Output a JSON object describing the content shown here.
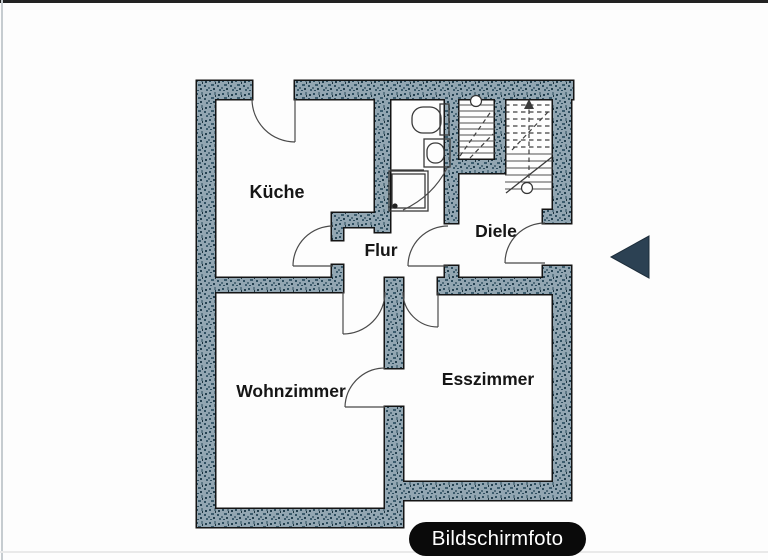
{
  "floorplan": {
    "rooms": [
      {
        "name": "kueche",
        "label": "Küche"
      },
      {
        "name": "flur",
        "label": "Flur"
      },
      {
        "name": "diele",
        "label": "Diele"
      },
      {
        "name": "wohnzimmer",
        "label": "Wohnzimmer"
      },
      {
        "name": "esszimmer",
        "label": "Esszimmer"
      }
    ],
    "colors": {
      "wall_base": "#92a6b2",
      "wall_speckle_dark": "#2f4f60",
      "wall_speckle_mid": "#5d7886",
      "outline": "#141414",
      "entrance_arrow": "#2c4153",
      "line": "#3a3a3a"
    }
  },
  "caption": {
    "label": "Bildschirmfoto",
    "background": "#0a0a0a",
    "text_color": "#ffffff"
  }
}
